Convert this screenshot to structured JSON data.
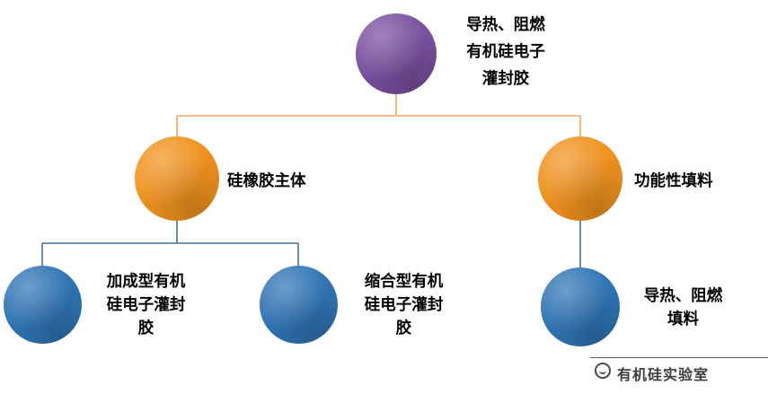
{
  "diagram": {
    "root": {
      "label": "导热、阻燃\n有机硅电子\n灌封胶"
    },
    "level2": [
      {
        "label": "硅橡胶主体"
      },
      {
        "label": "功能性填料"
      }
    ],
    "level3": [
      {
        "label": "加成型有机\n硅电子灌封\n胶"
      },
      {
        "label": "缩合型有机\n硅电子灌封\n胶"
      },
      {
        "label": "导热、阻燃\n填料"
      }
    ],
    "colors": {
      "root_node": "#7a4f9f",
      "branch_node": "#f0921e",
      "leaf_node": "#2f74b5",
      "connector_top": "#f2a45f",
      "connector_bottom": "#41719c"
    }
  },
  "watermark": {
    "text": "有机硅实验室"
  }
}
